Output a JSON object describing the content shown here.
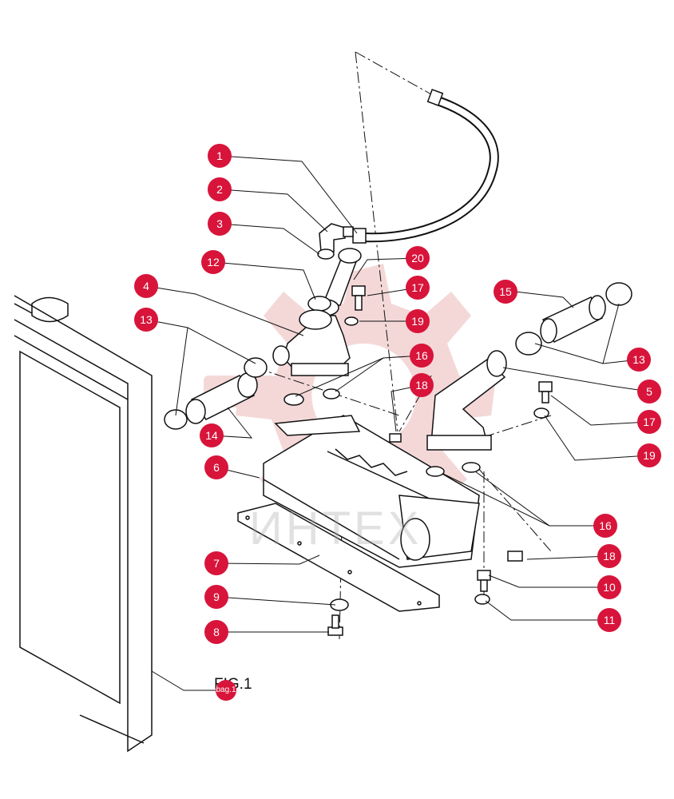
{
  "figure_label": "FIG.1",
  "watermark_text": "ИНТЕХ",
  "colors": {
    "callout": "#d8143a",
    "line": "#111111",
    "watermark": "#e7a9a9"
  },
  "callouts": [
    {
      "id": "c1",
      "label": "1"
    },
    {
      "id": "c2",
      "label": "2"
    },
    {
      "id": "c3",
      "label": "3"
    },
    {
      "id": "c12",
      "label": "12"
    },
    {
      "id": "c4",
      "label": "4"
    },
    {
      "id": "c13a",
      "label": "13"
    },
    {
      "id": "c14",
      "label": "14"
    },
    {
      "id": "c6",
      "label": "6"
    },
    {
      "id": "c7",
      "label": "7"
    },
    {
      "id": "c9",
      "label": "9"
    },
    {
      "id": "c8",
      "label": "8"
    },
    {
      "id": "c20",
      "label": "20"
    },
    {
      "id": "c17a",
      "label": "17"
    },
    {
      "id": "c19a",
      "label": "19"
    },
    {
      "id": "c16a",
      "label": "16"
    },
    {
      "id": "c18a",
      "label": "18"
    },
    {
      "id": "c15",
      "label": "15"
    },
    {
      "id": "c13b",
      "label": "13"
    },
    {
      "id": "c5",
      "label": "5"
    },
    {
      "id": "c17b",
      "label": "17"
    },
    {
      "id": "c19b",
      "label": "19"
    },
    {
      "id": "c16b",
      "label": "16"
    },
    {
      "id": "c18b",
      "label": "18"
    },
    {
      "id": "c10",
      "label": "10"
    },
    {
      "id": "c11",
      "label": "11"
    },
    {
      "id": "c22",
      "label": "bag.1"
    }
  ]
}
